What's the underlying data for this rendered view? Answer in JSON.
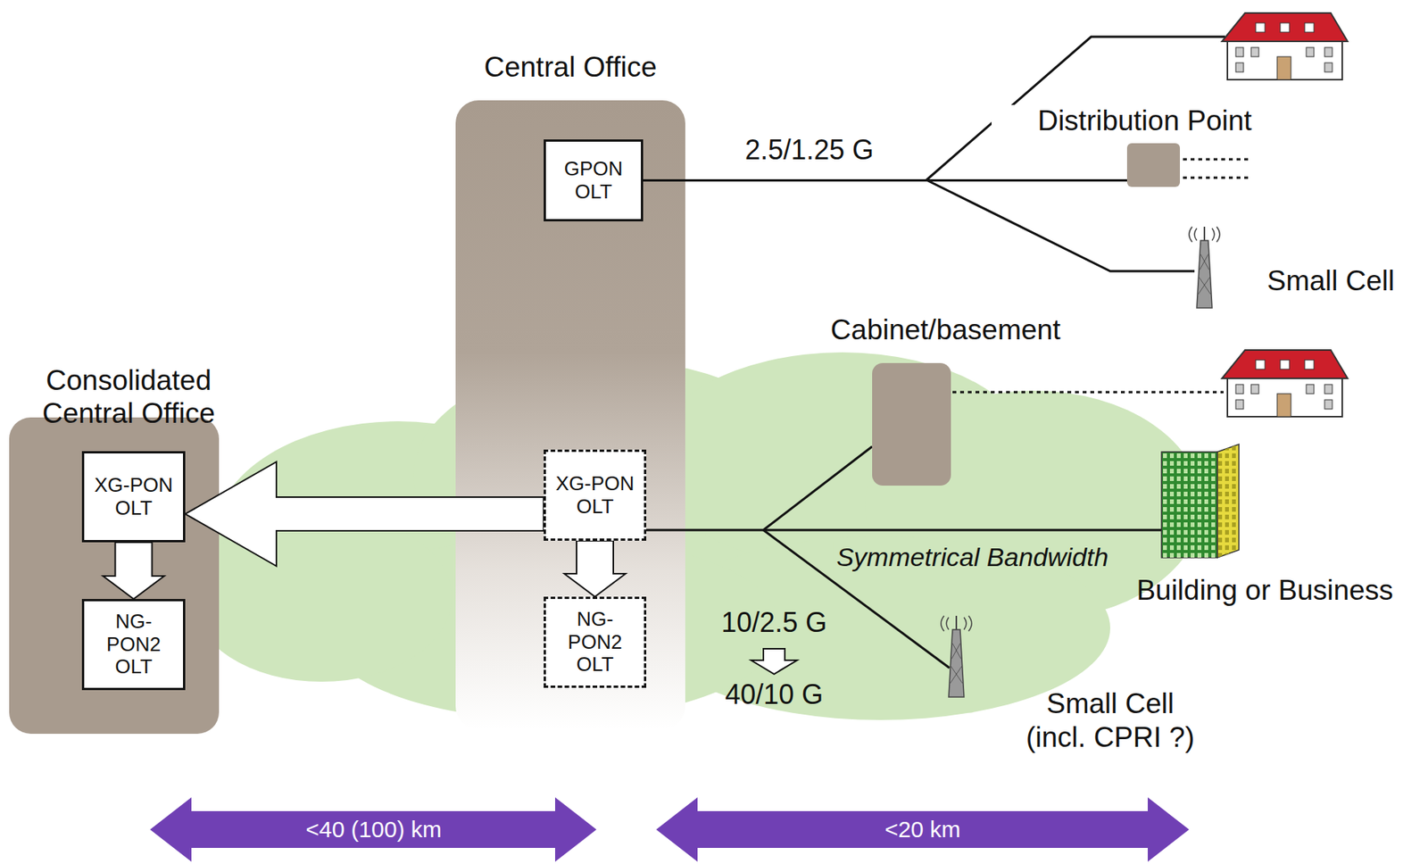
{
  "diagram": {
    "nodes": [
      {
        "text": [
          "Central Office"
        ]
      },
      {
        "text": [
          "GPON OLT"
        ],
        "in": 0
      },
      {
        "text": [
          "XG-PON OLT"
        ],
        "in": 0
      },
      {
        "text": [
          "NG-PON2 OLT"
        ],
        "in": 0
      },
      {
        "text": [
          "Consolidated Central Office"
        ]
      },
      {
        "text": [
          "XG-PON OLT"
        ],
        "in": 4
      },
      {
        "text": [
          "NG-PON2 OLT"
        ],
        "in": 4
      },
      {
        "text": [
          "Distribution Point"
        ]
      },
      {
        "text": [
          "Cabinet/basement"
        ]
      }
    ],
    "edges": [
      {
        "from": 1,
        "to": 7,
        "arrow": "none",
        "label": "2.5/1.25 G"
      },
      {
        "from": 2,
        "to": 5,
        "arrow": "to"
      },
      {
        "from": 2,
        "to": 3,
        "arrow": "to"
      },
      {
        "from": 5,
        "to": 6,
        "arrow": "to"
      },
      {
        "from": 2,
        "to": 8,
        "arrow": "none"
      }
    ],
    "labels": [
      "Small Cell",
      "Symmetrical Bandwidth",
      "Building or Business",
      "10/2.5 G",
      "40/10 G",
      "Small Cell (incl. CPRI ?)",
      "<40 (100) km",
      "<20 km"
    ]
  }
}
